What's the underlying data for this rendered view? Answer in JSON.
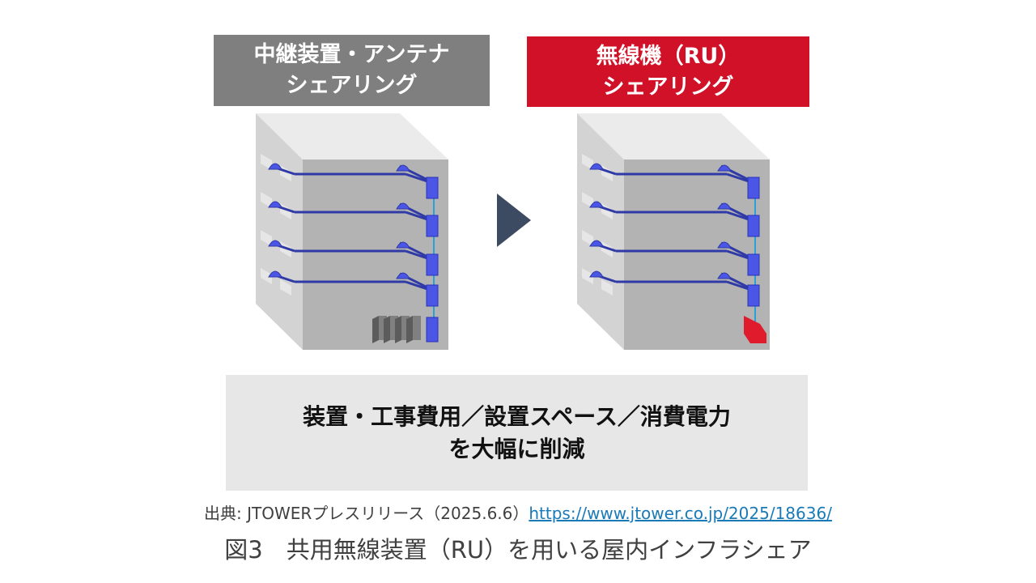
{
  "labels": {
    "left": {
      "line1": "中継装置・アンテナ",
      "line2": "シェアリング",
      "color": "#7f7f7f"
    },
    "right": {
      "line1": "無線機（RU）",
      "line2": "シェアリング",
      "color": "#d01127"
    }
  },
  "result": {
    "line1": "装置・工事費用／設置スペース／消費電力",
    "line2": "を大幅に削減"
  },
  "source": {
    "prefix": "出典: JTOWERプレスリリース（2025.6.6）",
    "link": "https://www.jtower.co.jp/2025/18636/"
  },
  "caption": "図3　共用無線装置（RU）を用いる屋内インフラシェア",
  "colors": {
    "building_front": "#b3b3b3",
    "building_side": "#d3d3d3",
    "building_top": "#ebebeb",
    "cable": "#2f3aa6",
    "riser": "#2aa0d8",
    "unit": "#4b55e6",
    "legacy_equipment": "#808080",
    "ru_equipment": "#e01b2b",
    "arrow": "#3c4b62",
    "result_bg": "#e7e7e8"
  },
  "icons": {
    "building_left": "building-icon",
    "building_right": "building-icon",
    "arrow": "triangle-right-arrow-icon",
    "antenna": "antenna-icon",
    "remote_unit": "remote-unit-icon"
  }
}
